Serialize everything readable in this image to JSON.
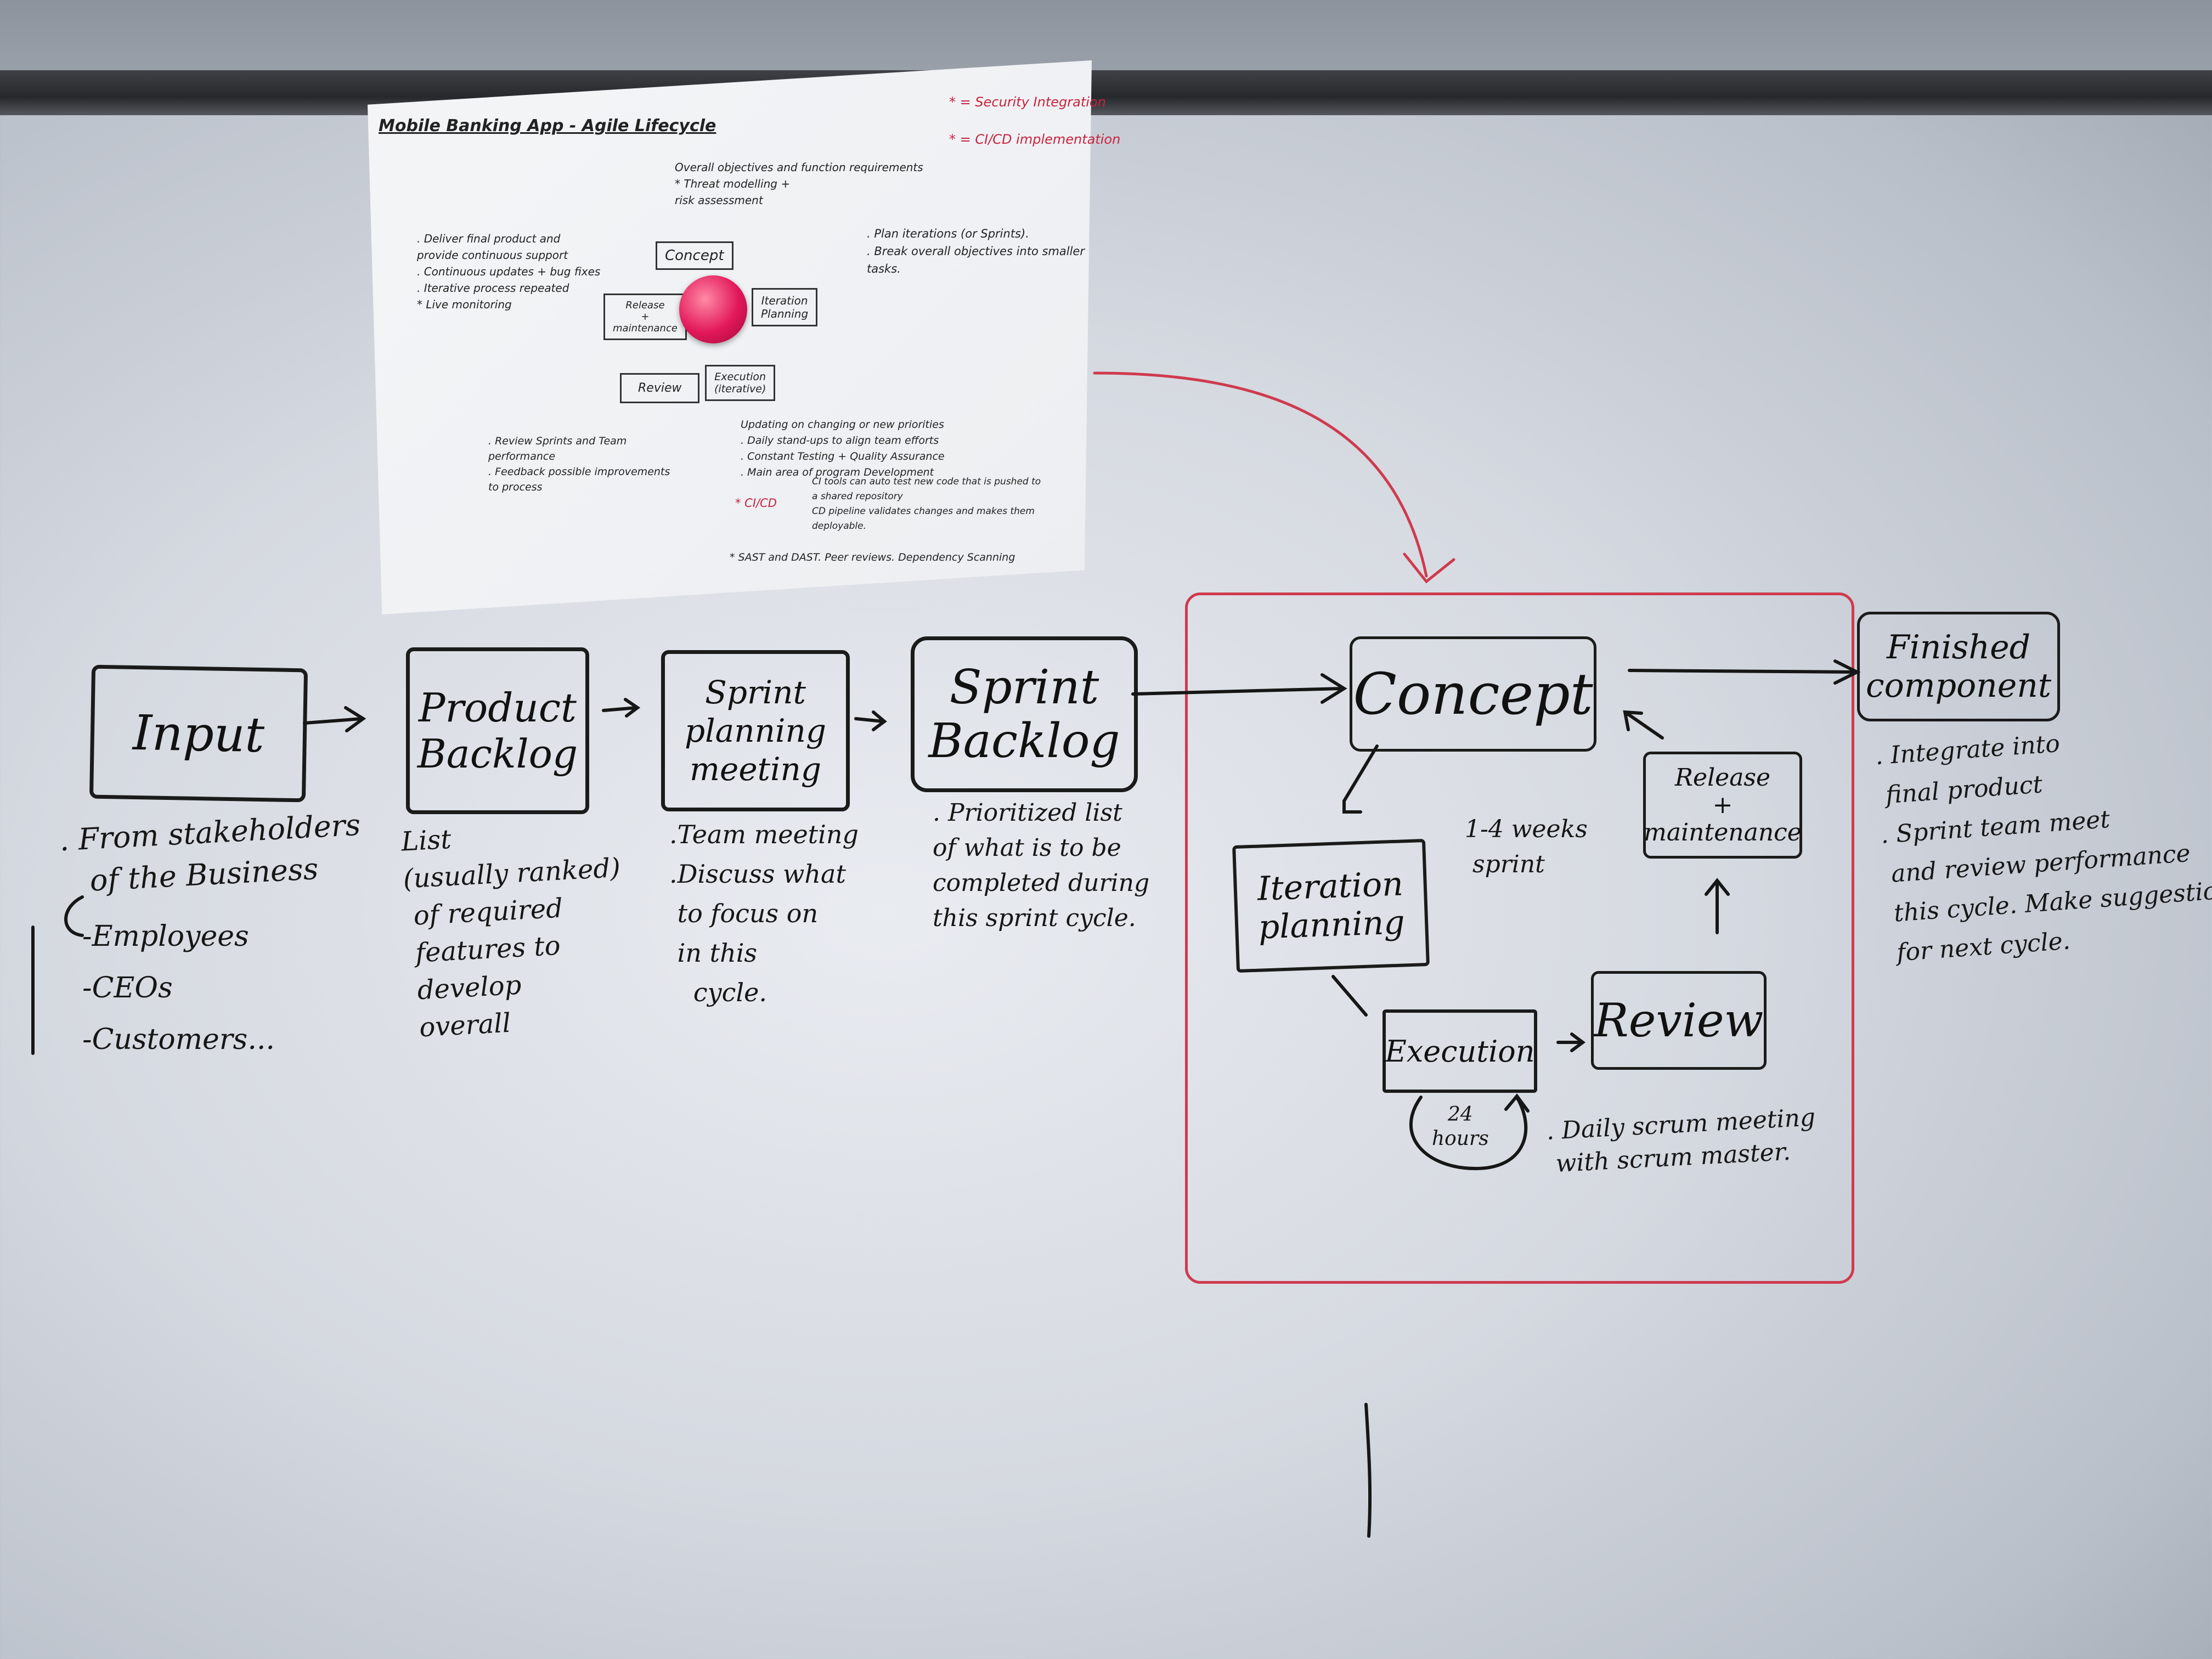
{
  "paper": {
    "title": "Mobile Banking App - Agile Lifecycle",
    "legend_security": "* = Security Integration",
    "legend_cicd": "* = CI/CD implementation",
    "concept_notes": "Overall objectives and function requirements\n* Threat modelling +\nrisk assessment",
    "release_notes": ". Deliver final product and\nprovide continuous support\n. Continuous updates + bug fixes\n. Iterative process repeated\n* Live monitoring",
    "iteration_notes": ". Plan iterations (or Sprints).\n. Break overall objectives into smaller\ntasks.",
    "review_notes": ". Review Sprints and Team\nperformance\n. Feedback possible improvements\nto process",
    "execution_notes": "Updating on changing or new priorities\n. Daily stand-ups to align team efforts\n. Constant Testing + Quality Assurance\n. Main area of program Development",
    "cicd_label": "* CI/CD",
    "cicd_notes": "CI tools can auto test new code that is pushed to\na shared repository\nCD pipeline validates changes and makes them\ndeployable.",
    "security_notes": "* SAST and DAST. Peer reviews. Dependency Scanning",
    "boxes": {
      "concept": "Concept",
      "iteration": "Iteration\nPlanning",
      "execution": "Execution\n(iterative)",
      "review": "Review",
      "release": "Release\n+\nmaintenance"
    }
  },
  "board": {
    "input": {
      "label": "Input",
      "notes": ". From stakeholders\n   of the Business",
      "list": "-Employees\n-CEOs\n-Customers..."
    },
    "product_backlog": {
      "label": "Product\nBacklog",
      "notes": "List\n(usually ranked)\n of required\n features to\n develop\n overall"
    },
    "sprint_planning": {
      "label": "Sprint\nplanning\nmeeting",
      "notes": ".Team meeting\n.Discuss what\n to focus on\n in this\n   cycle."
    },
    "sprint_backlog": {
      "label": "Sprint\nBacklog",
      "notes": ". Prioritized list\nof what is to be\ncompleted during\nthis sprint cycle."
    },
    "concept": {
      "label": "Concept"
    },
    "iteration_planning": {
      "label": "Iteration\nplanning"
    },
    "execution": {
      "label": "Execution"
    },
    "review": {
      "label": "Review"
    },
    "release": {
      "label": "Release\n+\nmaintenance"
    },
    "sprint_length": "1-4 weeks\n sprint",
    "daily": "24\nhours",
    "daily_notes": ". Daily scrum meeting\n with scrum master.",
    "finished": {
      "label": "Finished\ncomponent",
      "notes": ". Integrate into\n final product\n. Sprint team meet\n and review performance\n this cycle. Make suggestions\n for next cycle."
    }
  },
  "colors": {
    "marker": "#161616",
    "red_marker": "#cf3a4e",
    "magnet": "#e2175a"
  }
}
